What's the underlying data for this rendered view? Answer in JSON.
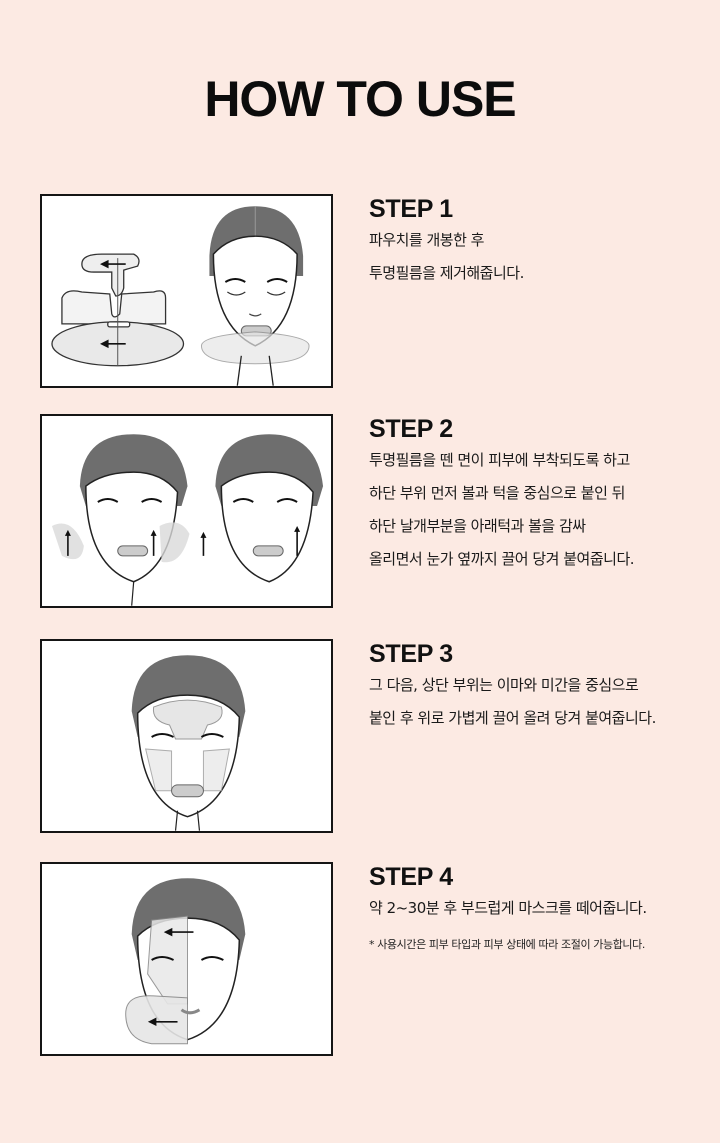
{
  "page": {
    "title": "HOW TO USE",
    "background_color": "#fceae3",
    "border_color": "#151515"
  },
  "steps": [
    {
      "label": "STEP 1",
      "illustration": "mask-sheet-unfolded-and-applied-face",
      "lines": [
        "파우치를 개봉한 후",
        "투명필름을 제거해줍니다."
      ]
    },
    {
      "label": "STEP 2",
      "illustration": "lower-mask-lifting-onto-cheeks",
      "lines": [
        "투명필름을 뗀 면이 피부에 부착되도록 하고",
        "하단 부위 먼저 볼과 턱을 중심으로 붙인 뒤",
        "하단 날개부분을 아래턱과 볼을 감싸",
        "올리면서 눈가 옆까지 끌어 당겨 붙여줍니다."
      ]
    },
    {
      "label": "STEP 3",
      "illustration": "upper-mask-on-forehead",
      "lines": [
        "그 다음, 상단 부위는 이마와 미간을 중심으로",
        "붙인 후 위로 가볍게 끌어 올려 당겨 붙여줍니다."
      ]
    },
    {
      "label": "STEP 4",
      "illustration": "mask-peeling-off-face",
      "lines": [
        "약 2~30분 후 부드럽게 마스크를 떼어줍니다."
      ],
      "note": "* 사용시간은 피부 타입과 피부 상태에 따라 조절이 가능합니다."
    }
  ]
}
